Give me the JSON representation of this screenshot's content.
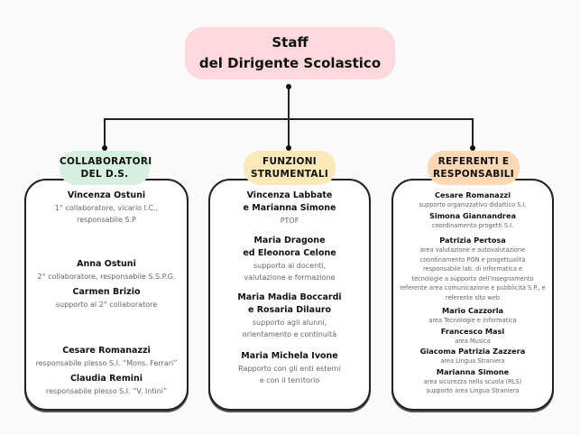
{
  "root": {
    "title_line1": "Staff",
    "title_line2": "del  Dirigente Scolastico",
    "color": "#fdd9de"
  },
  "columns": [
    {
      "header_line1": "COLLABORATORI",
      "header_line2": "DEL D.S.",
      "color": "#d6efe0",
      "entries": [
        {
          "name": "Vincenza Ostuni",
          "role_lines": [
            "1° collaboratore, vicario I.C.,",
            "responsabile S.P"
          ]
        },
        {
          "name": "Anna Ostuni",
          "role_lines": [
            "2° collaboratore, responsabile S.S.P.G."
          ]
        },
        {
          "name": "Carmen Brizio",
          "role_lines": [
            "supporto al 2° collaboratore"
          ]
        },
        {
          "name": "Cesare Romanazzi",
          "role_lines": [
            "responsabile plesso S.I. “Mons. Ferrari”"
          ]
        },
        {
          "name": "Claudia Remini",
          "role_lines": [
            "responsabile plesso S.I. “V. Intini”"
          ]
        }
      ]
    },
    {
      "header_line1": "FUNZIONI",
      "header_line2": "STRUMENTALI",
      "color": "#fde8b8",
      "entries": [
        {
          "name_lines": [
            "Vincenza Labbate",
            "e Marianna Simone"
          ],
          "role_lines": [
            "PTOF"
          ]
        },
        {
          "name_lines": [
            "Maria Dragone",
            "ed Eleonora Celone"
          ],
          "role_lines": [
            "supporto ai docenti,",
            "valutazione e formazione"
          ]
        },
        {
          "name_lines": [
            "Maria Madia Boccardi",
            "e Rosaria Dilauro"
          ],
          "role_lines": [
            "supporto agli alunni,",
            "orientamento e continuità"
          ]
        },
        {
          "name_lines": [
            "Maria Michela Ivone"
          ],
          "role_lines": [
            "Rapporto con gli enti esterni",
            "e con il territorio"
          ]
        }
      ]
    },
    {
      "header_line1": "REFERENTI E",
      "header_line2": "RESPONSABILI",
      "color": "#fcd8b5",
      "entries": [
        {
          "name": "Cesare Romanazzi",
          "role_lines": [
            "supporto organizzativo didattico S.I."
          ]
        },
        {
          "name": "Simona Giannandrea",
          "role_lines": [
            "coordinamento progetti S.I."
          ]
        },
        {
          "name": "Patrizia Pertosa",
          "role_lines": [
            "area valutazione e autovalutazione",
            "coordinamento PON e progettualità",
            "responsabile lab. di Informatica e",
            "tecnologie a supporto dell'insegnamento",
            "referente area comunicazione e pubblicità S.P., e",
            "referente sito web"
          ]
        },
        {
          "name": "Mario Cazzorla",
          "role_lines": [
            "area Tecnologie e Informatica"
          ]
        },
        {
          "name": "Francesco Masi",
          "role_lines": [
            "area Musica"
          ]
        },
        {
          "name": "Giacoma Patrizia Zazzera",
          "role_lines": [
            "area Lingua Straniera"
          ]
        },
        {
          "name": "Marianna Simone",
          "role_lines": [
            "area sicurezza nella scuola (RLS)",
            "supporto area Lingua Straniera"
          ]
        }
      ]
    }
  ]
}
